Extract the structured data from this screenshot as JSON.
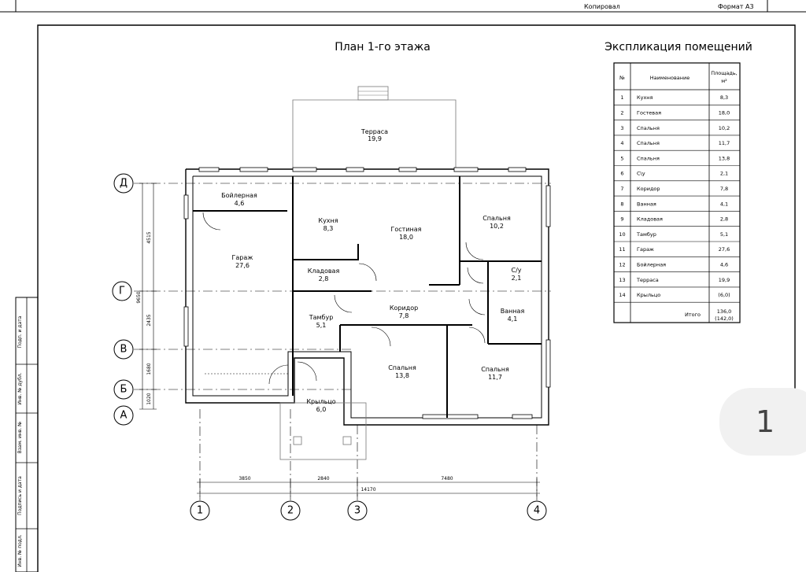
{
  "title_block": {
    "copied_label": "Копировал",
    "format_label": "Формат  А3"
  },
  "drawing": {
    "plan_title": "План 1-го этажа",
    "explication_title": "Экспликация помещений"
  },
  "table": {
    "header": {
      "no": "№",
      "name": "Наименование",
      "area": "Площадь,",
      "area_unit": "м²"
    },
    "rows": [
      {
        "no": "1",
        "name": "Кухня",
        "area": "8,3"
      },
      {
        "no": "2",
        "name": "Гостевая",
        "area": "18,0"
      },
      {
        "no": "3",
        "name": "Спальня",
        "area": "10,2"
      },
      {
        "no": "4",
        "name": "Спальня",
        "area": "11,7"
      },
      {
        "no": "5",
        "name": "Спальня",
        "area": "13,8"
      },
      {
        "no": "6",
        "name": "С\\у",
        "area": "2,1"
      },
      {
        "no": "7",
        "name": "Коридор",
        "area": "7,8"
      },
      {
        "no": "8",
        "name": "Ванная",
        "area": "4,1"
      },
      {
        "no": "9",
        "name": "Кладовая",
        "area": "2,8"
      },
      {
        "no": "10",
        "name": "Тамбур",
        "area": "5,1"
      },
      {
        "no": "11",
        "name": "Гараж",
        "area": "27,6"
      },
      {
        "no": "12",
        "name": "Бойлерная",
        "area": "4,6"
      },
      {
        "no": "13",
        "name": "Терраса",
        "area": "19,9"
      },
      {
        "no": "14",
        "name": "Крыльцо",
        "area": "(6,0)"
      }
    ],
    "total_label": "Итого",
    "total_value": "136,0",
    "total_value2": "(142,0)"
  },
  "rooms": {
    "terrace": {
      "name": "Терраса",
      "area": "19,9"
    },
    "boiler": {
      "name": "Бойлерная",
      "area": "4,6"
    },
    "kitchen": {
      "name": "Кухня",
      "area": "8,3"
    },
    "living": {
      "name": "Гостиная",
      "area": "18,0"
    },
    "bedroom3": {
      "name": "Спальня",
      "area": "10,2"
    },
    "garage": {
      "name": "Гараж",
      "area": "27,6"
    },
    "pantry": {
      "name": "Кладовая",
      "area": "2,8"
    },
    "wc": {
      "name": "С/у",
      "area": "2,1"
    },
    "vestibule": {
      "name": "Тамбур",
      "area": "5,1"
    },
    "corridor": {
      "name": "Коридор",
      "area": "7,8"
    },
    "bathroom": {
      "name": "Ванная",
      "area": "4,1"
    },
    "bedroom5": {
      "name": "Спальня",
      "area": "13,8"
    },
    "bedroom4": {
      "name": "Спальня",
      "area": "11,7"
    },
    "porch": {
      "name": "Крыльцо",
      "area": "6,0"
    }
  },
  "dimensions": {
    "bottom": [
      "3850",
      "2840",
      "7480"
    ],
    "bottom_total": "14170",
    "left": [
      "4515",
      "2435",
      "1680",
      "1020"
    ],
    "left_total": "9650"
  },
  "axes": {
    "rows": [
      "Д",
      "Г",
      "В",
      "Б",
      "А"
    ],
    "cols": [
      "1",
      "2",
      "3",
      "4"
    ]
  },
  "side_stamps": [
    "Подп. и дата",
    "Инв. № дубл.",
    "Взам. инв. №",
    "Подпись и дата",
    "Инв. № подл."
  ],
  "page_badge": "1"
}
